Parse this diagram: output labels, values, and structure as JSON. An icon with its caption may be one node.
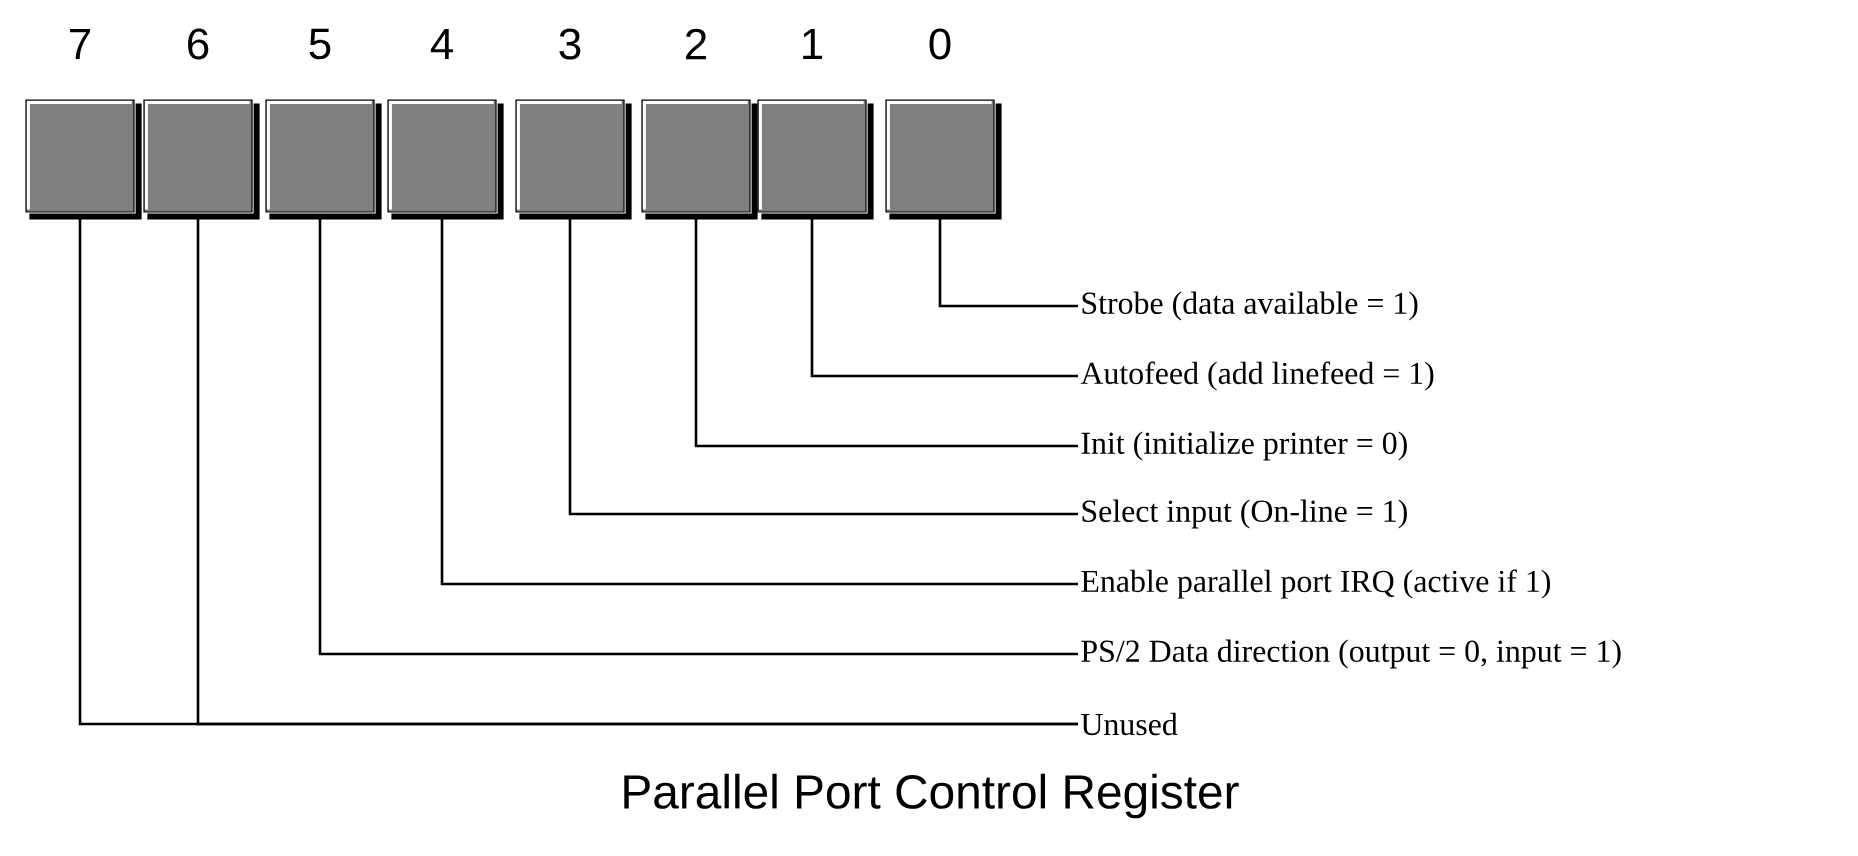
{
  "diagram": {
    "caption": "Parallel Port Control Register",
    "nodes": [
      {
        "text": [],
        "shape": "box",
        "beside": [
          "7"
        ]
      },
      {
        "text": [],
        "shape": "box",
        "beside": [
          "6"
        ]
      },
      {
        "text": [],
        "shape": "box",
        "beside": [
          "5"
        ]
      },
      {
        "text": [],
        "shape": "box",
        "beside": [
          "4"
        ]
      },
      {
        "text": [],
        "shape": "box",
        "beside": [
          "3"
        ]
      },
      {
        "text": [],
        "shape": "box",
        "beside": [
          "2"
        ]
      },
      {
        "text": [],
        "shape": "box",
        "beside": [
          "1"
        ]
      },
      {
        "text": [],
        "shape": "box",
        "beside": [
          "0"
        ]
      },
      {
        "text": [
          "Strobe (data available = 1)"
        ]
      },
      {
        "text": [
          "Autofeed (add linefeed = 1)"
        ]
      },
      {
        "text": [
          "Init (initialize printer = 0)"
        ]
      },
      {
        "text": [
          "Select input (On-line = 1)"
        ]
      },
      {
        "text": [
          "Enable parallel port IRQ (active if 1)"
        ]
      },
      {
        "text": [
          "PS/2 Data direction (output = 0, input = 1)"
        ]
      },
      {
        "text": [
          "Unused"
        ]
      }
    ],
    "edges": [
      {
        "from": 7,
        "to": 8,
        "arrow": "none"
      },
      {
        "from": 6,
        "to": 9,
        "arrow": "none"
      },
      {
        "from": 5,
        "to": 10,
        "arrow": "none"
      },
      {
        "from": 4,
        "to": 11,
        "arrow": "none"
      },
      {
        "from": 3,
        "to": 12,
        "arrow": "none"
      },
      {
        "from": 2,
        "to": 13,
        "arrow": "none"
      },
      {
        "from": 0,
        "to": 14,
        "arrow": "none"
      },
      {
        "from": 1,
        "to": 14,
        "arrow": "none"
      }
    ]
  }
}
